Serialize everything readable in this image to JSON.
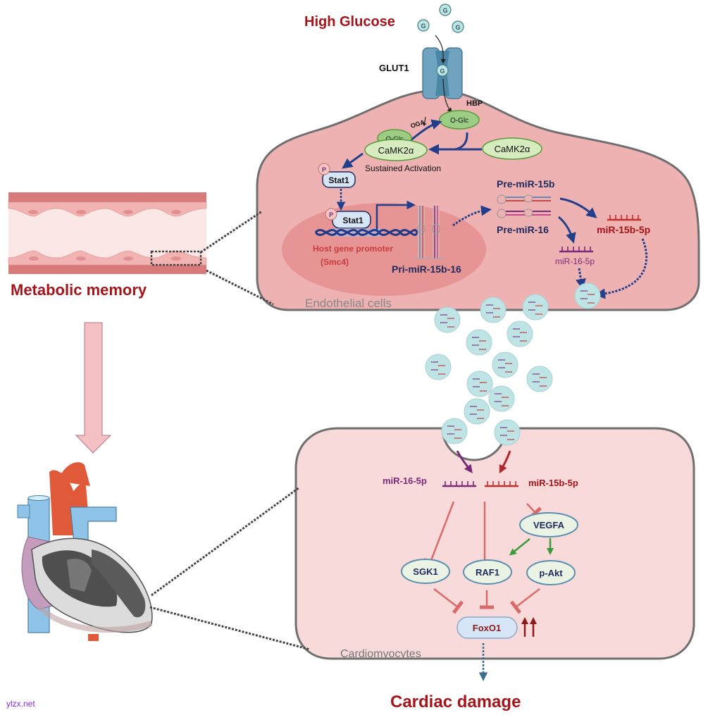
{
  "title_top": "High Glucose",
  "transporter": {
    "label": "GLUT1",
    "glucose_symbol": "G"
  },
  "pathway": {
    "hbp": "HBP",
    "oga": "OGA",
    "o_glc": "O-Glc",
    "camk2a": "CaMK2α",
    "sustained": "Sustained Activation",
    "phospho": "P",
    "stat1": "Stat1",
    "host_gene_promoter": "Host gene promoter",
    "smc4": "(Smc4)",
    "pri_mir": "Pri-miR-15b-16",
    "pre_mir_15b": "Pre-miR-15b",
    "pre_mir_16": "Pre-miR-16",
    "mir_15b_5p": "miR-15b-5p",
    "mir_16_5p": "miR-16-5p"
  },
  "cells": {
    "endothelial": "Endothelial cells",
    "cardiomyocytes": "Cardiomyocytes"
  },
  "left": {
    "metabolic_memory": "Metabolic memory"
  },
  "targets": {
    "sgk1": "SGK1",
    "raf1": "RAF1",
    "vegfa": "VEGFA",
    "pakt": "p-Akt",
    "foxo1": "FoxO1",
    "mir_16_5p": "miR-16-5p",
    "mir_15b_5p": "miR-15b-5p"
  },
  "outcome": "Cardiac damage",
  "watermark": "ylzx.net",
  "colors": {
    "dark_red": "#a3151b",
    "navy": "#1f2a5e",
    "arrow_blue": "#233e8b",
    "purple": "#7a2a78",
    "cell_pink": "#efb2b2",
    "cardio_pink": "#f9dada",
    "nucleus": "#e38a8a",
    "membrane": "#6f6f6f",
    "oval_green": "#d6ecbf",
    "oval_green_border": "#5a9a3c",
    "target_fill": "#eaf3e4",
    "target_border": "#5a8fb0",
    "stat_fill": "#d6e6f7",
    "exosome": "#bfe4e6",
    "inhibit": "#d96a6a",
    "activate": "#3d9a3a",
    "watermark": "#8a2bd9"
  }
}
